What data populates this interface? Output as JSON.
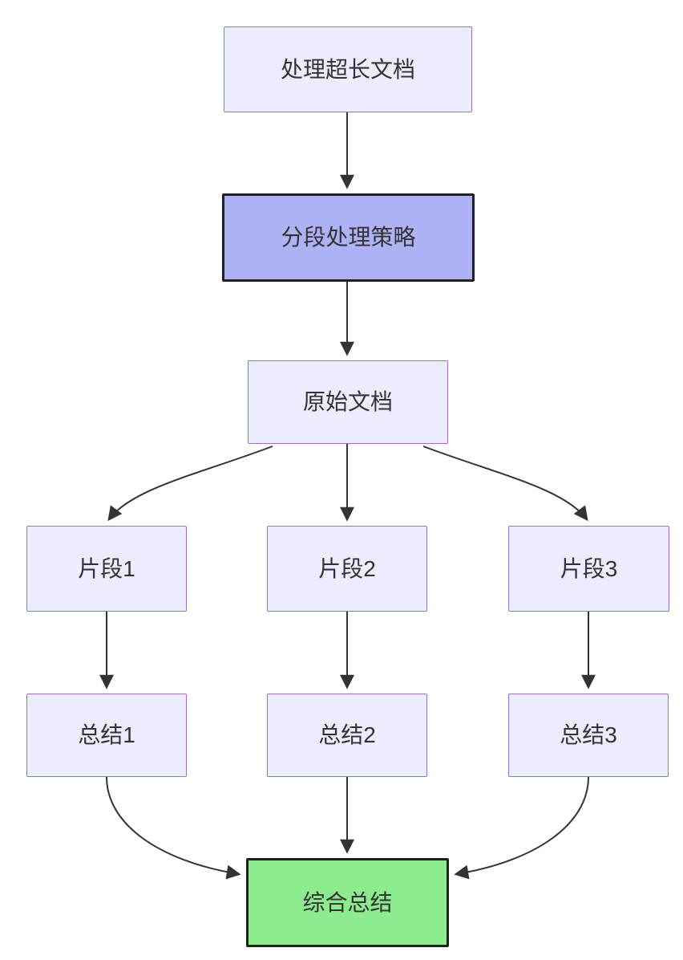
{
  "diagram": {
    "type": "flowchart",
    "direction": "top-down",
    "nodes": {
      "start": {
        "label": "处理超长文档",
        "style": "default"
      },
      "strategy": {
        "label": "分段处理策略",
        "style": "highlight"
      },
      "doc": {
        "label": "原始文档",
        "style": "default"
      },
      "seg1": {
        "label": "片段1",
        "style": "default"
      },
      "seg2": {
        "label": "片段2",
        "style": "default"
      },
      "seg3": {
        "label": "片段3",
        "style": "default"
      },
      "sum1": {
        "label": "总结1",
        "style": "default"
      },
      "sum2": {
        "label": "总结2",
        "style": "default"
      },
      "sum3": {
        "label": "总结3",
        "style": "default"
      },
      "final": {
        "label": "综合总结",
        "style": "success"
      }
    },
    "edges": [
      {
        "from": "start",
        "to": "strategy"
      },
      {
        "from": "strategy",
        "to": "doc"
      },
      {
        "from": "doc",
        "to": "seg1"
      },
      {
        "from": "doc",
        "to": "seg2"
      },
      {
        "from": "doc",
        "to": "seg3"
      },
      {
        "from": "seg1",
        "to": "sum1"
      },
      {
        "from": "seg2",
        "to": "sum2"
      },
      {
        "from": "seg3",
        "to": "sum3"
      },
      {
        "from": "sum1",
        "to": "final"
      },
      {
        "from": "sum2",
        "to": "final"
      },
      {
        "from": "sum3",
        "to": "final"
      }
    ],
    "colors": {
      "node_fill": "#ECECFF",
      "node_border": "#9370DB",
      "highlight_fill": "#AFB1F5",
      "highlight_border": "#1F1F1F",
      "final_fill": "#8CEB8C",
      "final_border": "#1F1F1F",
      "edge_stroke": "#333333",
      "text": "#333333",
      "background": "#FFFFFF"
    }
  }
}
